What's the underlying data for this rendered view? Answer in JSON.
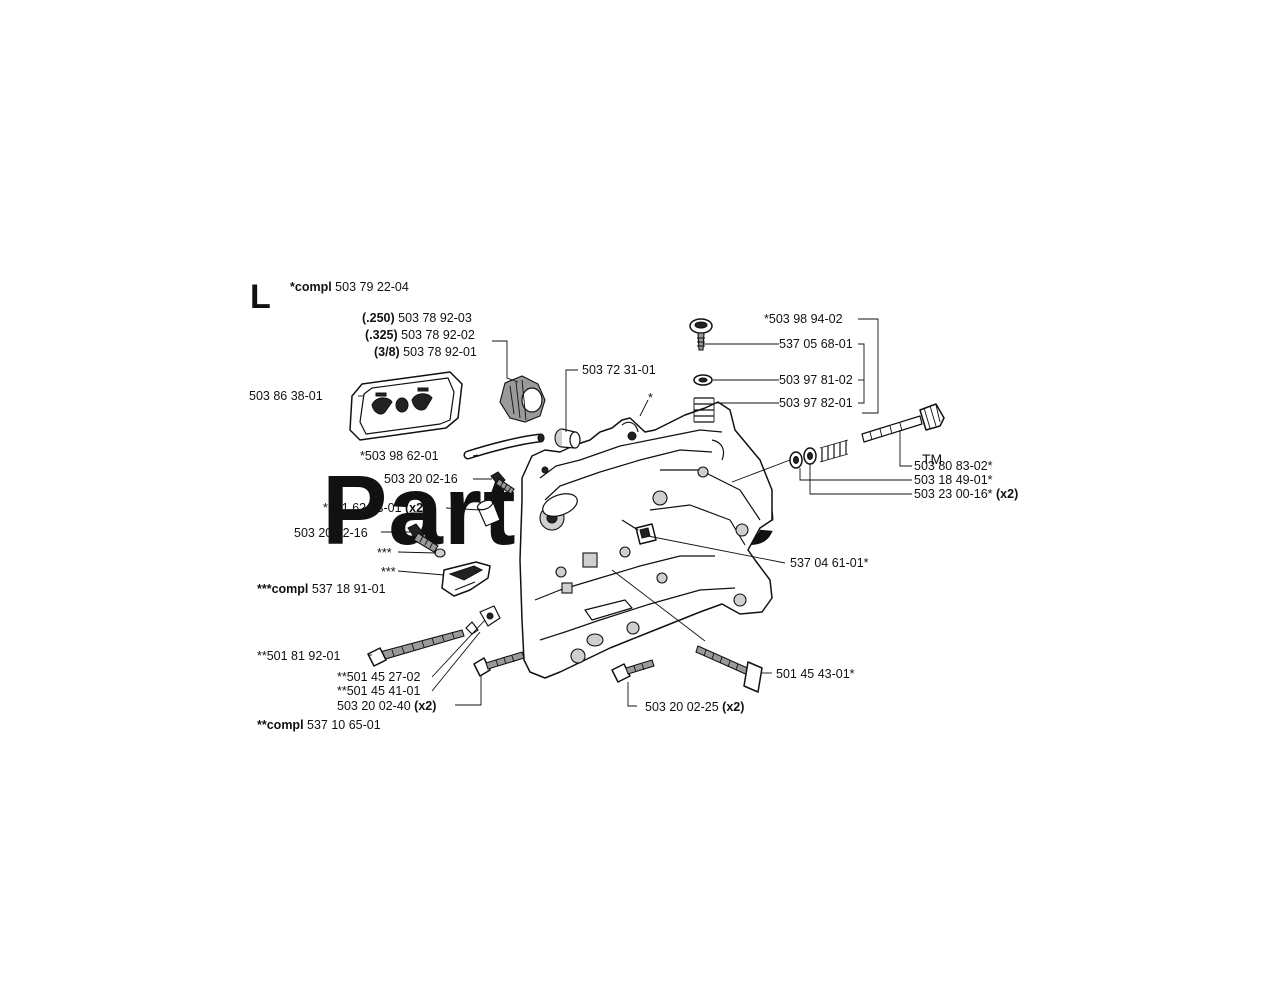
{
  "section_letter": "L",
  "watermark": {
    "text": "PartsTree",
    "trademark": "TM"
  },
  "labels": {
    "compl_main": {
      "bold": "*compl",
      "text": " 503 79 22-04"
    },
    "plate_250": {
      "bold": "(.250)",
      "text": " 503 78 92-03"
    },
    "plate_325": {
      "bold": "(.325)",
      "text": " 503 78 92-02"
    },
    "plate_38": {
      "bold": "(3/8)",
      "text": " 503 78 92-01"
    },
    "bar_plate": {
      "text": "503 86 38-01"
    },
    "hose": {
      "text": "*503 98 62-01"
    },
    "screw_1": {
      "text": "503 20 02-16"
    },
    "pin": {
      "text": "*501 62 33-01",
      "bold": " (x2)"
    },
    "screw_2": {
      "text": "503 20 02-16"
    },
    "triple_1": {
      "text": "***"
    },
    "triple_2": {
      "text": "***"
    },
    "compl_537_18": {
      "bold": "***compl",
      "text": " 537 18 91-01"
    },
    "screw_long": {
      "text": "**501 81 92-01"
    },
    "nut_1": {
      "text": "**501 45 27-02"
    },
    "nut_2": {
      "text": "**501 45 41-01"
    },
    "screw_40": {
      "text": "503 20 02-40",
      "bold": " (x2)"
    },
    "compl_537_10": {
      "bold": "**compl",
      "text": " 537 10 65-01"
    },
    "sleeve": {
      "text": "503 72 31-01"
    },
    "star_cover": {
      "text": "*"
    },
    "oil_pump_group": {
      "text": "*503 98 94-02"
    },
    "pump_screw": {
      "text": "537 05 68-01"
    },
    "washer": {
      "text": "503 97 81-02"
    },
    "spring": {
      "text": "503 97 82-01"
    },
    "adjuster": {
      "text": "503 80 83-02*"
    },
    "washer_2": {
      "text": "503 18 49-01*"
    },
    "spring_2": {
      "text": "503 23 00-16*",
      "bold": " (x2)"
    },
    "stud": {
      "text": "537 04 61-01*"
    },
    "bolt": {
      "text": "501 45 43-01*"
    },
    "screw_25": {
      "text": "503 20 02-25",
      "bold": " (x2)"
    }
  }
}
